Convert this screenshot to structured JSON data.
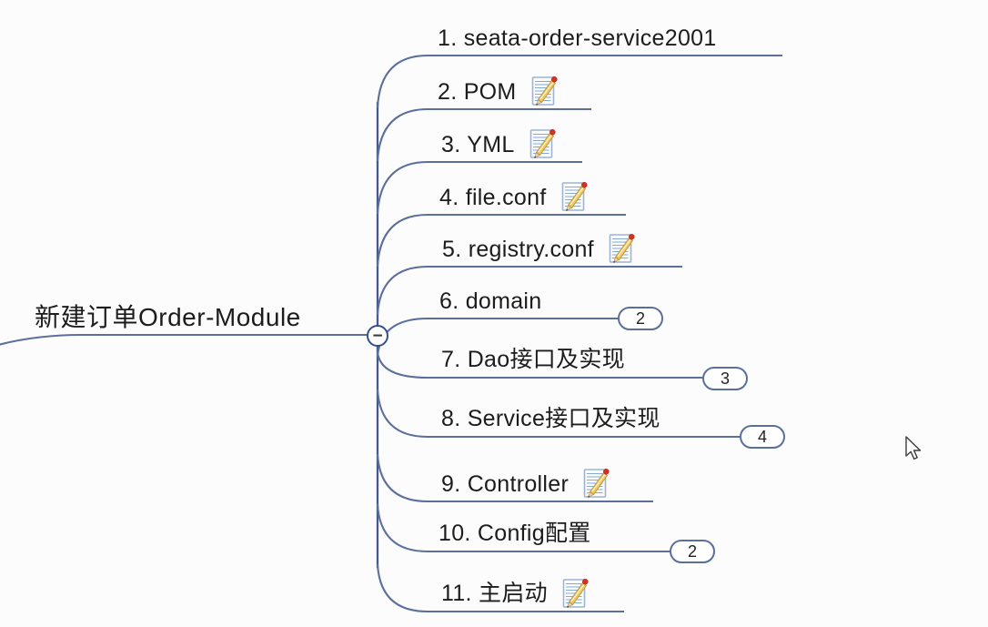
{
  "root_topic": {
    "label": "新建订单Order-Module"
  },
  "collapse_toggle": {
    "symbol": "−",
    "state": "expanded"
  },
  "topics": [
    {
      "label": "1. seata-order-service2001"
    },
    {
      "label": "2. POM",
      "note": true
    },
    {
      "label": "3. YML",
      "note": true
    },
    {
      "label": "4. file.conf",
      "note": true
    },
    {
      "label": "5. registry.conf",
      "note": true
    },
    {
      "label": "6. domain",
      "children_count": "2"
    },
    {
      "label": "7. Dao接口及实现",
      "children_count": "3"
    },
    {
      "label": "8. Service接口及实现",
      "children_count": "4"
    },
    {
      "label": "9. Controller",
      "note": true
    },
    {
      "label": "10. Config配置",
      "children_count": "2"
    },
    {
      "label": "11. 主启动",
      "note": true
    }
  ],
  "colors": {
    "branch_line": "#5b6f9c",
    "trunk_line": "#44598f",
    "text": "#1c1c1c",
    "badge_border": "#5b6f9c",
    "note_paper_border": "#9db4d2",
    "note_pencil": "#eec65a",
    "note_eraser": "#d43024",
    "background": "#fcfcfc"
  },
  "cursor": {
    "type": "arrow-pointer"
  }
}
